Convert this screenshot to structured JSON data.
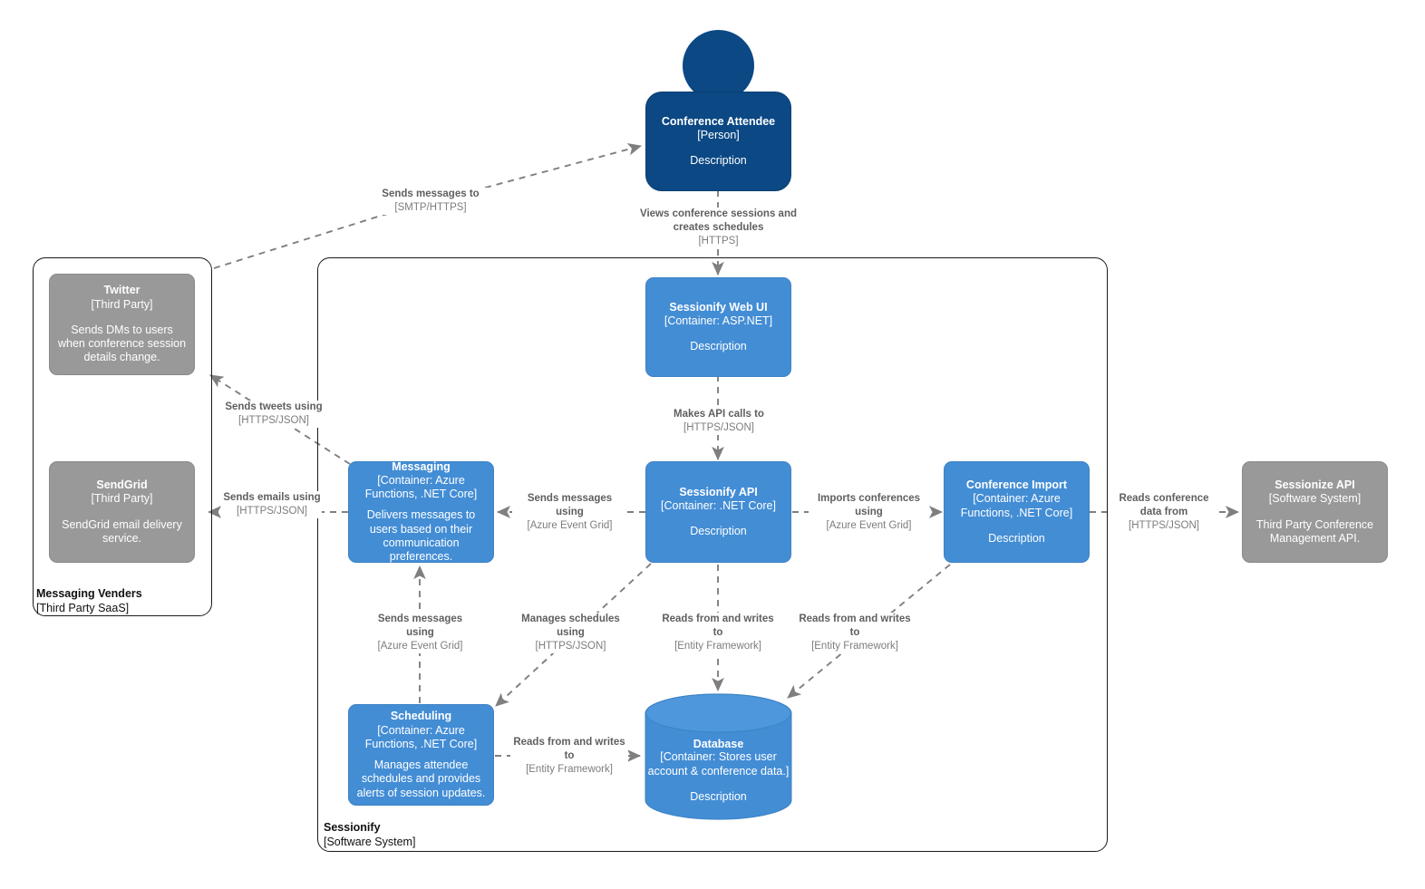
{
  "diagram": {
    "type": "c4-container-diagram",
    "colors": {
      "person": "#0B4884",
      "container": "#438DD5",
      "external": "#999999",
      "boundary_border": "#1a1a1a",
      "edge": "#7f7f7f",
      "label_text": "#6b6b6b"
    }
  },
  "boundaries": [
    {
      "name": "Messaging Venders",
      "tech": "[Third Party SaaS]"
    },
    {
      "name": "Sessionify",
      "tech": "[Software System]"
    }
  ],
  "nodes": {
    "attendee": {
      "title": "Conference Attendee",
      "tech": "[Person]",
      "desc": "Description"
    },
    "twitter": {
      "title": "Twitter",
      "tech": "[Third Party]",
      "desc": "Sends DMs to users when conference session details change."
    },
    "sendgrid": {
      "title": "SendGrid",
      "tech": "[Third Party]",
      "desc": "SendGrid email delivery service."
    },
    "web_ui": {
      "title": "Sessionify Web UI",
      "tech": "[Container: ASP.NET]",
      "desc": "Description"
    },
    "messaging": {
      "title": "Messaging",
      "tech": "[Container: Azure Functions, .NET Core]",
      "desc": "Delivers messages to users based on their communication preferences."
    },
    "api": {
      "title": "Sessionify API",
      "tech": "[Container: .NET Core]",
      "desc": "Description"
    },
    "import": {
      "title": "Conference Import",
      "tech": "[Container: Azure Functions, .NET Core]",
      "desc": "Description"
    },
    "sessionize": {
      "title": "Sessionize API",
      "tech": "[Software System]",
      "desc": "Third Party Conference Management API."
    },
    "scheduling": {
      "title": "Scheduling",
      "tech": "[Container: Azure Functions, .NET Core]",
      "desc": "Manages attendee schedules and provides alerts of session updates."
    },
    "database": {
      "title": "Database",
      "tech": "[Container: Stores user account & conference data.]",
      "desc": "Description"
    }
  },
  "edges": [
    {
      "id": "messaging-to-attendee",
      "main": "Sends messages to",
      "tech": "[SMTP/HTTPS]"
    },
    {
      "id": "attendee-to-webui",
      "main": "Views conference sessions and creates schedules",
      "tech": "[HTTPS]"
    },
    {
      "id": "messaging-to-twitter",
      "main": "Sends tweets using",
      "tech": "[HTTPS/JSON]"
    },
    {
      "id": "messaging-to-sendgrid",
      "main": "Sends emails using",
      "tech": "[HTTPS/JSON]"
    },
    {
      "id": "webui-to-api",
      "main": "Makes API calls to",
      "tech": "[HTTPS/JSON]"
    },
    {
      "id": "api-to-messaging",
      "main": "Sends messages using",
      "tech": "[Azure Event Grid]"
    },
    {
      "id": "api-to-import",
      "main": "Imports conferences using",
      "tech": "[Azure Event Grid]"
    },
    {
      "id": "import-to-sessionize",
      "main": "Reads conference data from",
      "tech": "[HTTPS/JSON]"
    },
    {
      "id": "scheduling-to-messaging",
      "main": "Sends messages using",
      "tech": "[Azure Event Grid]"
    },
    {
      "id": "api-to-scheduling",
      "main": "Manages schedules using",
      "tech": "[HTTPS/JSON]"
    },
    {
      "id": "api-to-database",
      "main": "Reads from and writes to",
      "tech": "[Entity Framework]"
    },
    {
      "id": "import-to-database",
      "main": "Reads from and writes to",
      "tech": "[Entity Framework]"
    },
    {
      "id": "scheduling-to-database",
      "main": "Reads from and writes to",
      "tech": "[Entity Framework]"
    }
  ]
}
